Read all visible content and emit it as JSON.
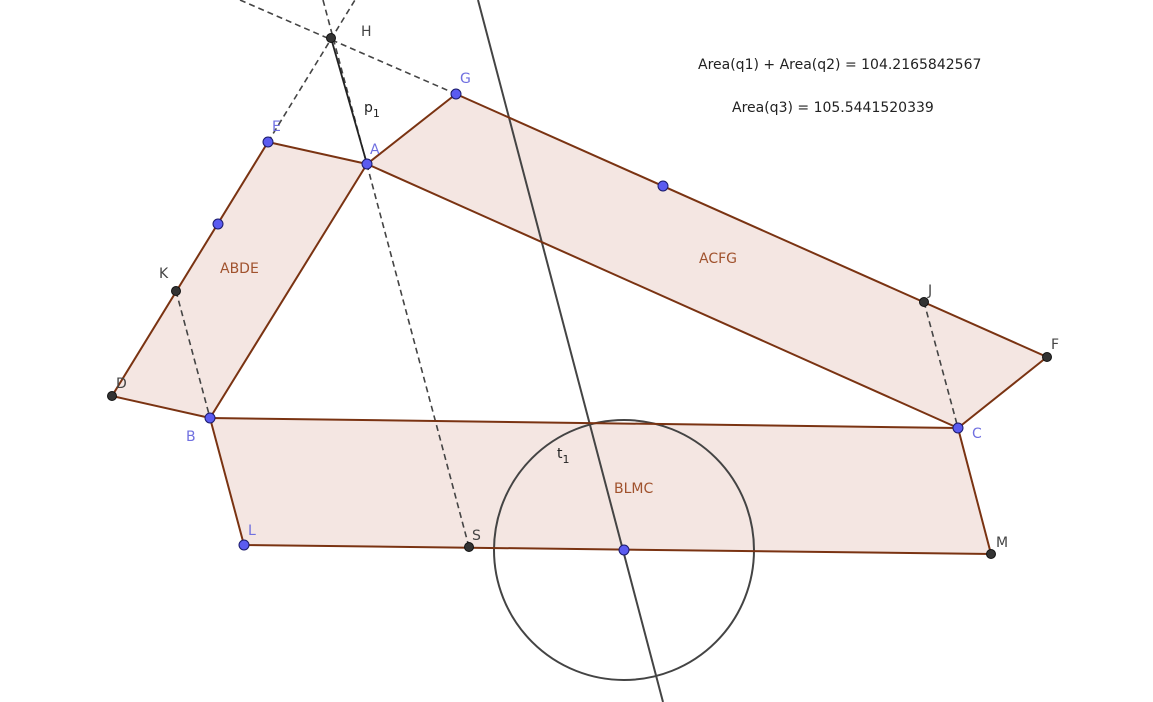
{
  "info": {
    "line1": "Area(q1) + Area(q2) = 104.2165842567",
    "line2": "Area(q3) = 105.5441520339"
  },
  "polygons": {
    "ABDE": "ABDE",
    "ACFG": "ACFG",
    "BLMC": "BLMC"
  },
  "labels": {
    "H": "H",
    "G": "G",
    "E": "E",
    "A": "A",
    "K": "K",
    "D": "D",
    "B": "B",
    "L": "L",
    "S": "S",
    "C": "C",
    "M": "M",
    "J": "J",
    "F": "F"
  },
  "line_label": "p",
  "line_label_sub": "1",
  "circle_label": "t",
  "circle_label_sub": "1",
  "colors": {
    "fill": "#f4e6e2",
    "edge": "#7a3312",
    "free_point": "#5b5bf0",
    "dep_point": "#333333",
    "free_label": "#7070e0",
    "dep_label": "#444444",
    "line": "#444444"
  }
}
